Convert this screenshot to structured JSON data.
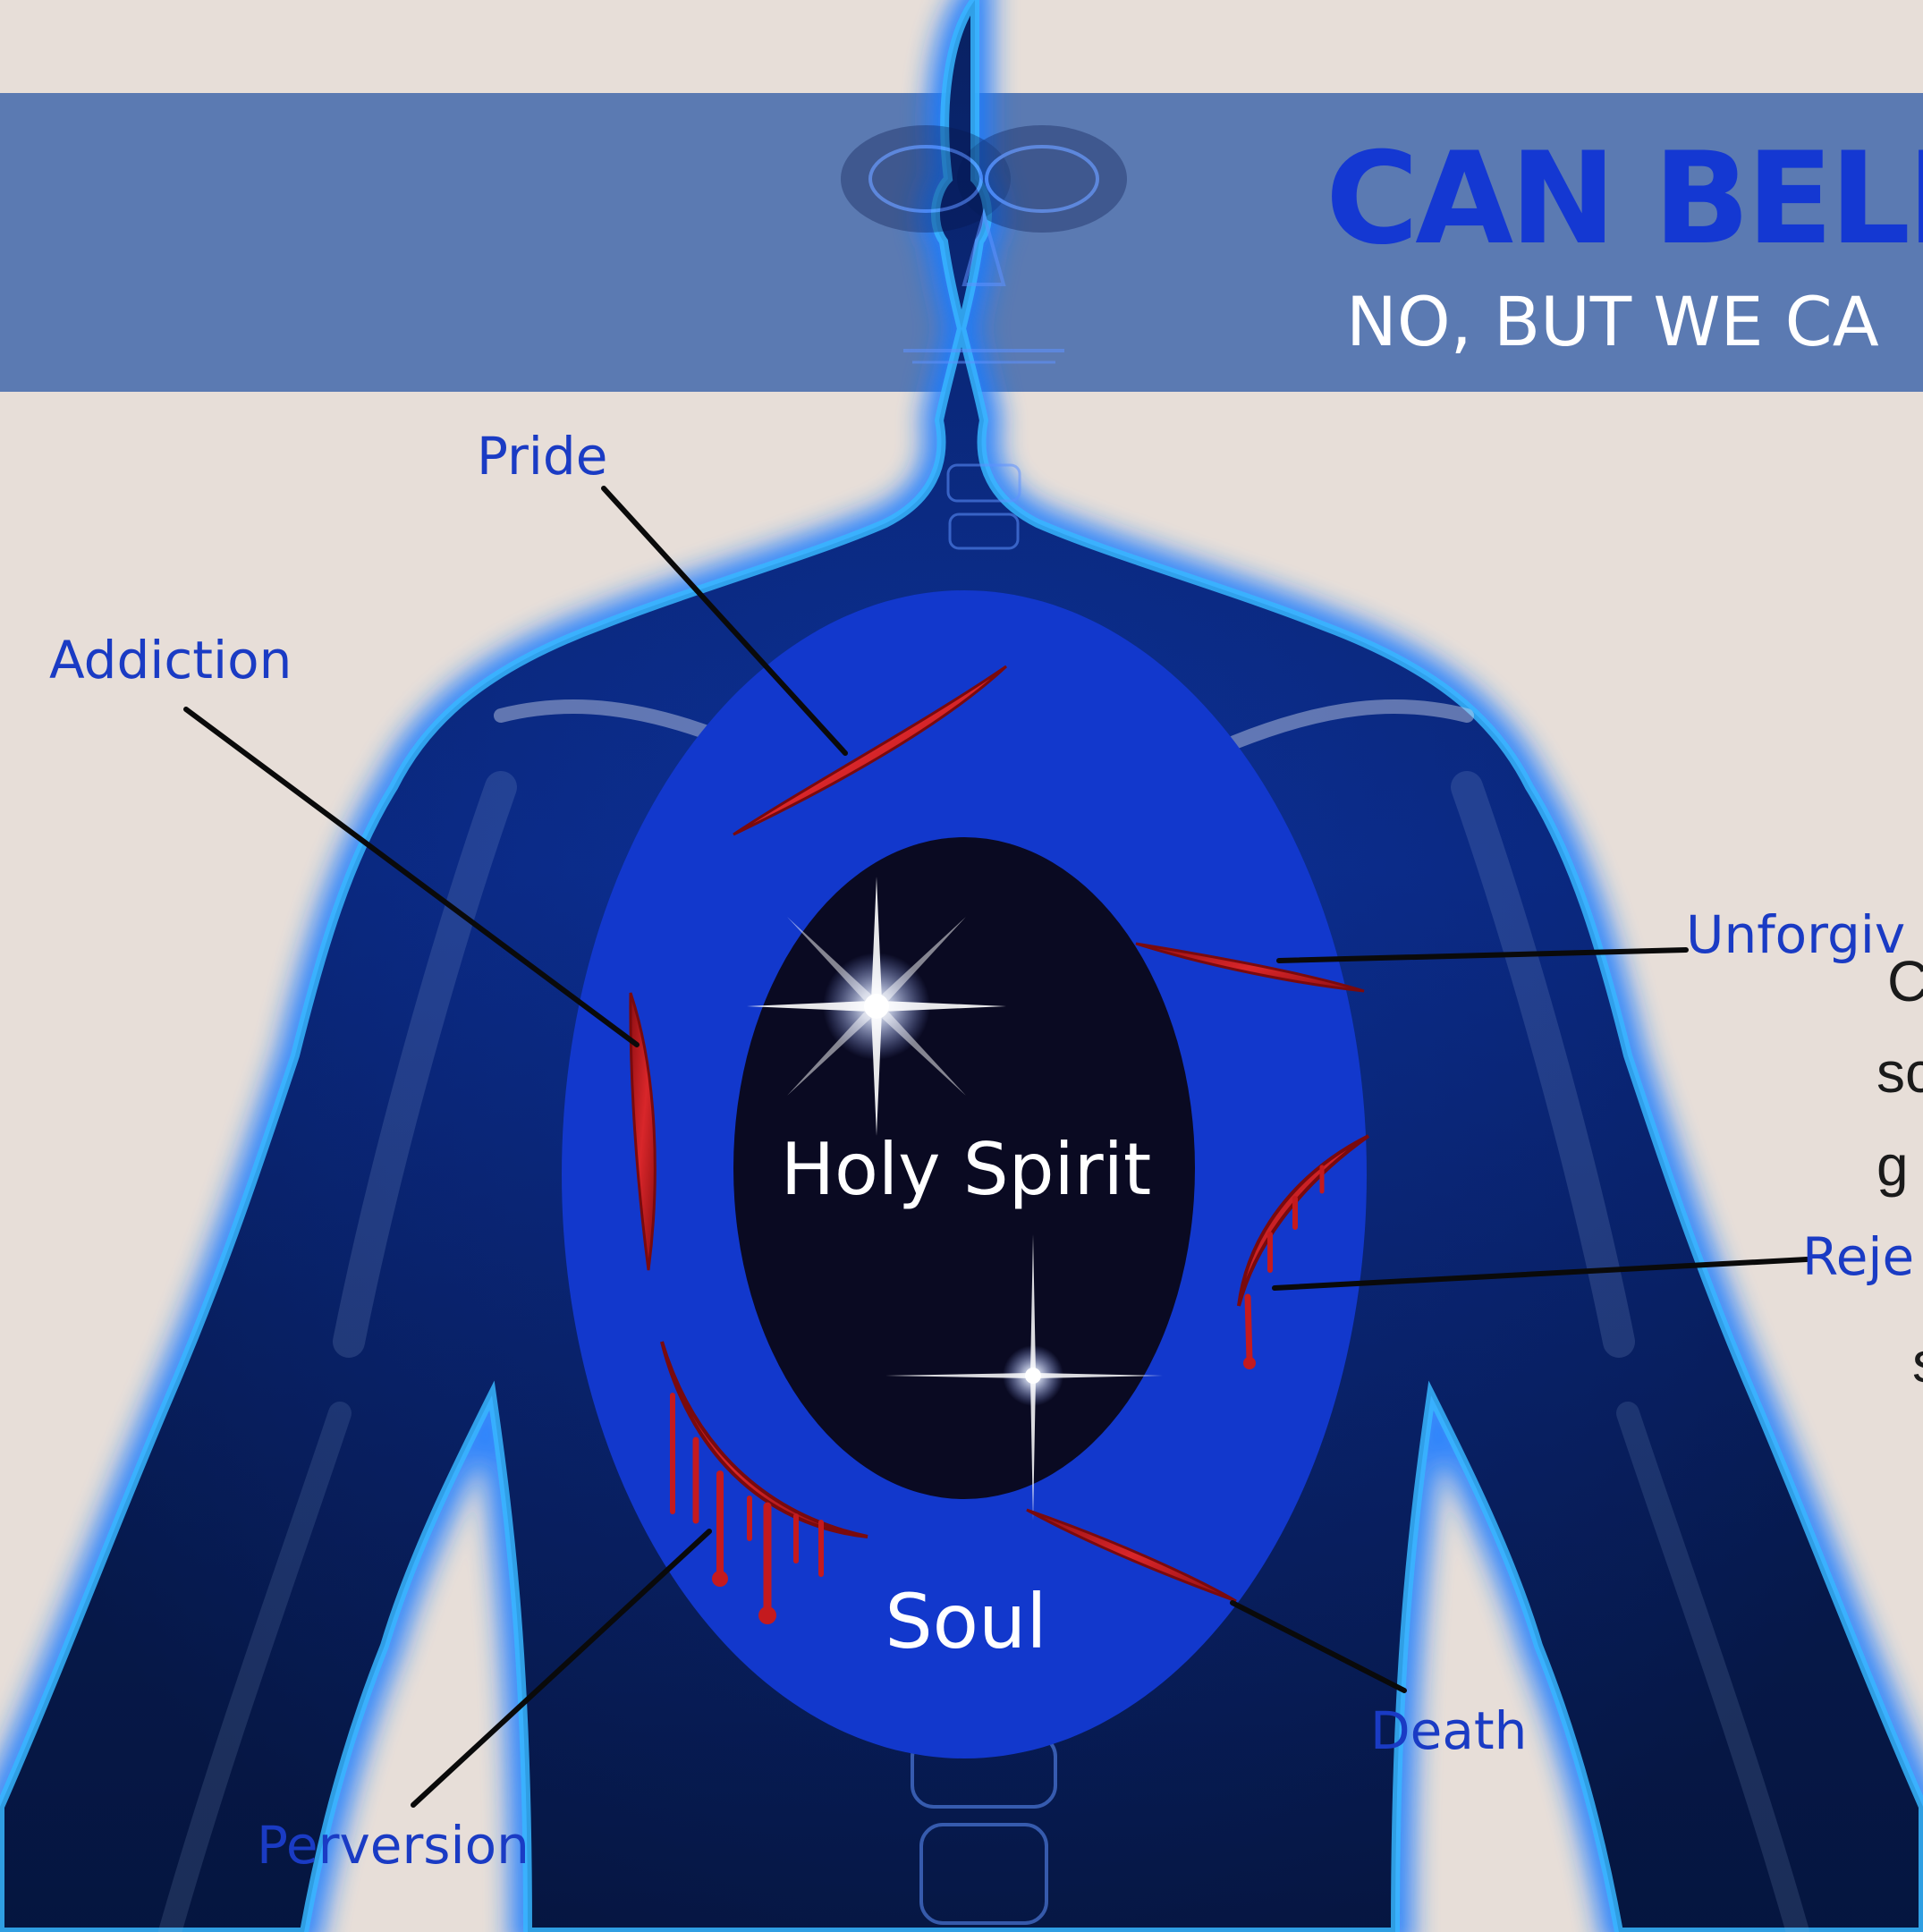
{
  "header": {
    "title": "CAN BELI",
    "subtitle": "NO, BUT WE CA"
  },
  "diagram": {
    "outer_label": "Soul",
    "inner_label": "Holy Spirit",
    "wound_labels": {
      "pride": "Pride",
      "addiction": "Addiction",
      "unforgiveness": "Unforgiv",
      "rejection": "Reje",
      "death": "Death",
      "perversion": "Perversion"
    }
  },
  "side_text": [
    "C",
    "sc",
    "g",
    "s"
  ],
  "colors": {
    "background": "#e7ded8",
    "banner": "#5b7ab2",
    "title_blue": "#1438d2",
    "label_blue": "#1a3bc4",
    "soul_blue": "#1238cc",
    "spirit_dark": "#0a0a22",
    "wound_red": "#c41a1e",
    "body_glow": "#1e7bff"
  }
}
